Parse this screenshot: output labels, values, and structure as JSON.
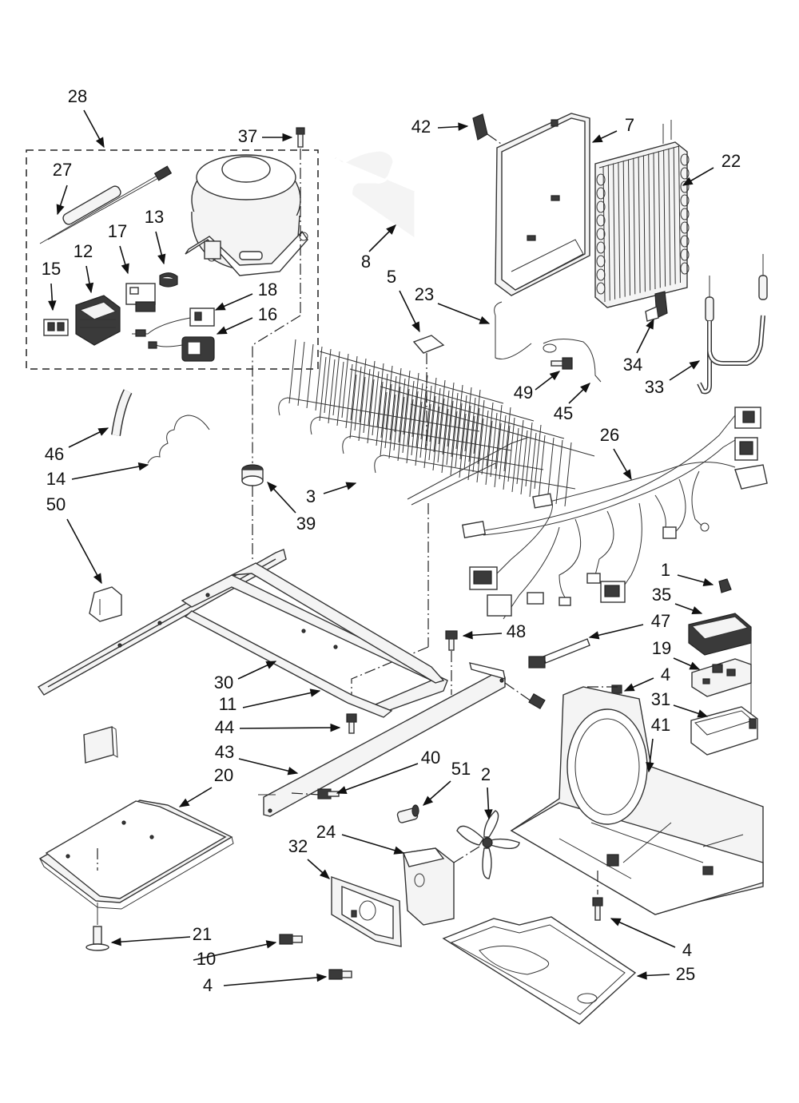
{
  "labels": [
    "28",
    "37",
    "42",
    "7",
    "22",
    "27",
    "13",
    "17",
    "12",
    "15",
    "18",
    "16",
    "8",
    "5",
    "23",
    "49",
    "45",
    "34",
    "33",
    "26",
    "46",
    "14",
    "50",
    "3",
    "39",
    "1",
    "35",
    "47",
    "48",
    "19",
    "4",
    "31",
    "41",
    "30",
    "11",
    "44",
    "43",
    "40",
    "51",
    "2",
    "20",
    "24",
    "32",
    "21",
    "10",
    "25"
  ],
  "diagram": {
    "nodes": [
      {
        "id": "28",
        "label": "28",
        "part": "compressor-kit"
      },
      {
        "id": "37",
        "label": "37",
        "part": "screw"
      },
      {
        "id": "42",
        "label": "42",
        "part": "clip"
      },
      {
        "id": "7",
        "label": "7",
        "part": "condenser-shroud"
      },
      {
        "id": "22",
        "label": "22",
        "part": "condenser"
      },
      {
        "id": "27",
        "label": "27",
        "part": "drier"
      },
      {
        "id": "13",
        "label": "13",
        "part": "clip"
      },
      {
        "id": "17",
        "label": "17",
        "part": "relay"
      },
      {
        "id": "12",
        "label": "12",
        "part": "cover"
      },
      {
        "id": "15",
        "label": "15",
        "part": "connector"
      },
      {
        "id": "18",
        "label": "18",
        "part": "overload"
      },
      {
        "id": "16",
        "label": "16",
        "part": "capacitor"
      },
      {
        "id": "8",
        "label": "8",
        "part": "tube"
      },
      {
        "id": "5",
        "label": "5",
        "part": "clip"
      },
      {
        "id": "23",
        "label": "23",
        "part": "bracket"
      },
      {
        "id": "49",
        "label": "49",
        "part": "screw"
      },
      {
        "id": "45",
        "label": "45",
        "part": "wire-form"
      },
      {
        "id": "34",
        "label": "34",
        "part": "clip"
      },
      {
        "id": "33",
        "label": "33",
        "part": "tube"
      },
      {
        "id": "26",
        "label": "26",
        "part": "wire-harness"
      },
      {
        "id": "46",
        "label": "46",
        "part": "tube"
      },
      {
        "id": "14",
        "label": "14",
        "part": "wire"
      },
      {
        "id": "50",
        "label": "50",
        "part": "clip"
      },
      {
        "id": "3",
        "label": "3",
        "part": "condenser-coil"
      },
      {
        "id": "39",
        "label": "39",
        "part": "grommet"
      },
      {
        "id": "1",
        "label": "1",
        "part": "screw"
      },
      {
        "id": "35",
        "label": "35",
        "part": "cover"
      },
      {
        "id": "47",
        "label": "47",
        "part": "tie"
      },
      {
        "id": "48",
        "label": "48",
        "part": "screw"
      },
      {
        "id": "19",
        "label": "19",
        "part": "control-board"
      },
      {
        "id": "4",
        "label": "4",
        "part": "screw"
      },
      {
        "id": "31",
        "label": "31",
        "part": "box"
      },
      {
        "id": "41",
        "label": "41",
        "part": "fan-housing"
      },
      {
        "id": "30",
        "label": "30",
        "part": "rail"
      },
      {
        "id": "11",
        "label": "11",
        "part": "pad"
      },
      {
        "id": "44",
        "label": "44",
        "part": "screw"
      },
      {
        "id": "43",
        "label": "43",
        "part": "bracket"
      },
      {
        "id": "40",
        "label": "40",
        "part": "screw"
      },
      {
        "id": "51",
        "label": "51",
        "part": "bushing"
      },
      {
        "id": "2",
        "label": "2",
        "part": "fan-blade"
      },
      {
        "id": "20",
        "label": "20",
        "part": "base-plate"
      },
      {
        "id": "24",
        "label": "24",
        "part": "fan-motor"
      },
      {
        "id": "32",
        "label": "32",
        "part": "motor-bracket"
      },
      {
        "id": "21",
        "label": "21",
        "part": "leveler"
      },
      {
        "id": "10",
        "label": "10",
        "part": "screw"
      },
      {
        "id": "25",
        "label": "25",
        "part": "drain-pan"
      }
    ]
  },
  "colors": {
    "line": "#111111",
    "background": "#ffffff",
    "shade": "#3a3a3a"
  }
}
